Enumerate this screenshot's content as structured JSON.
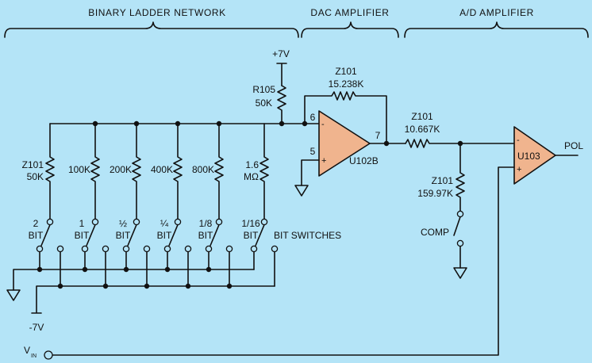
{
  "sections": {
    "ladder": "BINARY LADDER NETWORK",
    "dac": "DAC AMPLIFIER",
    "ad": "A/D AMPLIFIER"
  },
  "supply": {
    "pos": "+7V",
    "neg": "-7V"
  },
  "r105": {
    "name": "R105",
    "value": "50K"
  },
  "feedback": {
    "name": "Z101",
    "value": "15.238K"
  },
  "series_r": {
    "name": "Z101",
    "value": "10.667K"
  },
  "shunt_r": {
    "name": "Z101",
    "value": "159.97K"
  },
  "ladder": [
    {
      "name": "Z101",
      "value": "50K",
      "bit": "2",
      "bit_word": "BIT"
    },
    {
      "value": "100K",
      "bit": "1",
      "bit_word": "BIT"
    },
    {
      "value": "200K",
      "bit": "½",
      "bit_word": "BIT"
    },
    {
      "value": "400K",
      "bit": "¼",
      "bit_word": "BIT"
    },
    {
      "value": "800K",
      "bit": "1/8",
      "bit_word": "BIT"
    },
    {
      "value_line1": "1.6",
      "value_line2": "MΩ",
      "bit": "1/16",
      "bit_word": "BIT"
    }
  ],
  "bit_switches": "BIT SWITCHES",
  "u102": {
    "name": "U102B",
    "pin_inv": "6",
    "pin_noninv": "5",
    "pin_out": "7",
    "minus": "-",
    "plus": "+"
  },
  "u103": {
    "name": "U103",
    "minus": "-",
    "plus": "+"
  },
  "output": "POL",
  "comp": "COMP",
  "vin": {
    "main": "V",
    "sub": "IN"
  },
  "colors": {
    "background": "#b4e4f7",
    "amplifier": "#f0b48e",
    "ink": "#111111"
  }
}
